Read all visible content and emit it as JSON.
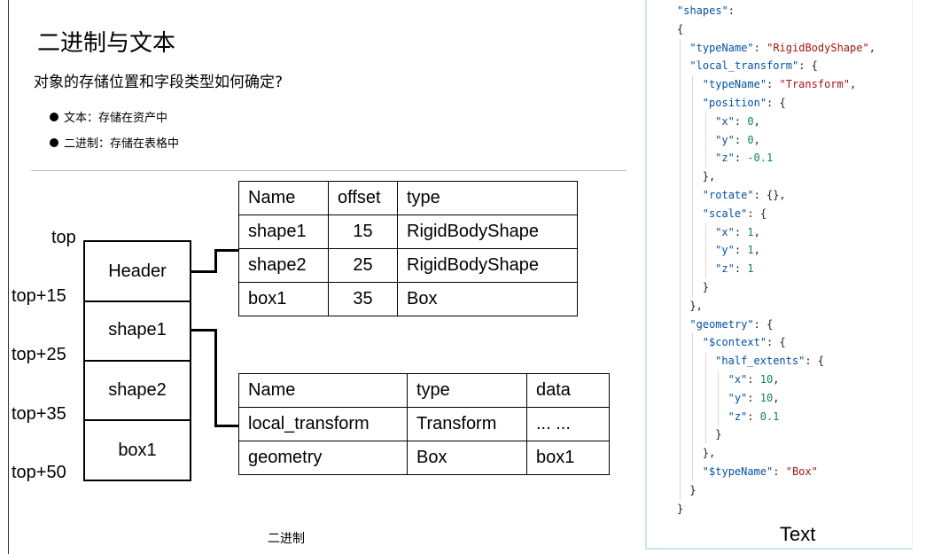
{
  "slide": {
    "title": "二进制与文本",
    "subtitle": "对象的存储位置和字段类型如何确定?",
    "bullets": [
      "文本：存储在资产中",
      "二进制：存储在表格中"
    ]
  },
  "memory_layout": {
    "offset_labels": [
      "top",
      "top+15",
      "top+25",
      "top+35",
      "top+50"
    ],
    "blocks": [
      "Header",
      "shape1",
      "shape2",
      "box1"
    ],
    "caption": "二进制"
  },
  "header_table": {
    "columns": [
      "Name",
      "offset",
      "type"
    ],
    "rows": [
      [
        "shape1",
        "15",
        "RigidBodyShape"
      ],
      [
        "shape2",
        "25",
        "RigidBodyShape"
      ],
      [
        "box1",
        "35",
        "Box"
      ]
    ]
  },
  "shape_table": {
    "columns": [
      "Name",
      "type",
      "data"
    ],
    "rows": [
      [
        "local_transform",
        "Transform",
        "... ..."
      ],
      [
        "geometry",
        "Box",
        "box1"
      ]
    ]
  },
  "json_view": {
    "caption": "Text",
    "lines": [
      {
        "indent": 0,
        "parts": [
          [
            "k",
            "\"shapes\""
          ],
          [
            "p",
            ":"
          ]
        ]
      },
      {
        "indent": 0,
        "parts": [
          [
            "p",
            "{"
          ]
        ]
      },
      {
        "indent": 1,
        "parts": [
          [
            "k",
            "\"typeName\""
          ],
          [
            "p",
            ": "
          ],
          [
            "s",
            "\"RigidBodyShape\""
          ],
          [
            "p",
            ","
          ]
        ]
      },
      {
        "indent": 1,
        "parts": [
          [
            "k",
            "\"local_transform\""
          ],
          [
            "p",
            ": {"
          ]
        ]
      },
      {
        "indent": 2,
        "parts": [
          [
            "k",
            "\"typeName\""
          ],
          [
            "p",
            ": "
          ],
          [
            "s",
            "\"Transform\""
          ],
          [
            "p",
            ","
          ]
        ]
      },
      {
        "indent": 2,
        "parts": [
          [
            "k",
            "\"position\""
          ],
          [
            "p",
            ": {"
          ]
        ]
      },
      {
        "indent": 3,
        "parts": [
          [
            "k",
            "\"x\""
          ],
          [
            "p",
            ": "
          ],
          [
            "n",
            "0"
          ],
          [
            "p",
            ","
          ]
        ]
      },
      {
        "indent": 3,
        "parts": [
          [
            "k",
            "\"y\""
          ],
          [
            "p",
            ": "
          ],
          [
            "n",
            "0"
          ],
          [
            "p",
            ","
          ]
        ]
      },
      {
        "indent": 3,
        "parts": [
          [
            "k",
            "\"z\""
          ],
          [
            "p",
            ": "
          ],
          [
            "n",
            "-0.1"
          ]
        ]
      },
      {
        "indent": 2,
        "parts": [
          [
            "p",
            "},"
          ]
        ]
      },
      {
        "indent": 2,
        "parts": [
          [
            "k",
            "\"rotate\""
          ],
          [
            "p",
            ": {},"
          ]
        ]
      },
      {
        "indent": 2,
        "parts": [
          [
            "k",
            "\"scale\""
          ],
          [
            "p",
            ": {"
          ]
        ]
      },
      {
        "indent": 3,
        "parts": [
          [
            "k",
            "\"x\""
          ],
          [
            "p",
            ": "
          ],
          [
            "n",
            "1"
          ],
          [
            "p",
            ","
          ]
        ]
      },
      {
        "indent": 3,
        "parts": [
          [
            "k",
            "\"y\""
          ],
          [
            "p",
            ": "
          ],
          [
            "n",
            "1"
          ],
          [
            "p",
            ","
          ]
        ]
      },
      {
        "indent": 3,
        "parts": [
          [
            "k",
            "\"z\""
          ],
          [
            "p",
            ": "
          ],
          [
            "n",
            "1"
          ]
        ]
      },
      {
        "indent": 2,
        "parts": [
          [
            "p",
            "}"
          ]
        ]
      },
      {
        "indent": 1,
        "parts": [
          [
            "p",
            "},"
          ]
        ]
      },
      {
        "indent": 1,
        "parts": [
          [
            "k",
            "\"geometry\""
          ],
          [
            "p",
            ": {"
          ]
        ]
      },
      {
        "indent": 2,
        "parts": [
          [
            "k",
            "\"$context\""
          ],
          [
            "p",
            ": {"
          ]
        ]
      },
      {
        "indent": 3,
        "parts": [
          [
            "k",
            "\"half_extents\""
          ],
          [
            "p",
            ": {"
          ]
        ]
      },
      {
        "indent": 4,
        "parts": [
          [
            "k",
            "\"x\""
          ],
          [
            "p",
            ": "
          ],
          [
            "n",
            "10"
          ],
          [
            "p",
            ","
          ]
        ]
      },
      {
        "indent": 4,
        "parts": [
          [
            "k",
            "\"y\""
          ],
          [
            "p",
            ": "
          ],
          [
            "n",
            "10"
          ],
          [
            "p",
            ","
          ]
        ]
      },
      {
        "indent": 4,
        "parts": [
          [
            "k",
            "\"z\""
          ],
          [
            "p",
            ": "
          ],
          [
            "n",
            "0.1"
          ]
        ]
      },
      {
        "indent": 3,
        "parts": [
          [
            "p",
            "}"
          ]
        ]
      },
      {
        "indent": 2,
        "parts": [
          [
            "p",
            "},"
          ]
        ]
      },
      {
        "indent": 2,
        "parts": [
          [
            "k",
            "\"$typeName\""
          ],
          [
            "p",
            ": "
          ],
          [
            "s",
            "\"Box\""
          ]
        ]
      },
      {
        "indent": 1,
        "parts": [
          [
            "p",
            "}"
          ]
        ]
      },
      {
        "indent": 0,
        "parts": [
          [
            "p",
            "}"
          ]
        ]
      }
    ]
  }
}
